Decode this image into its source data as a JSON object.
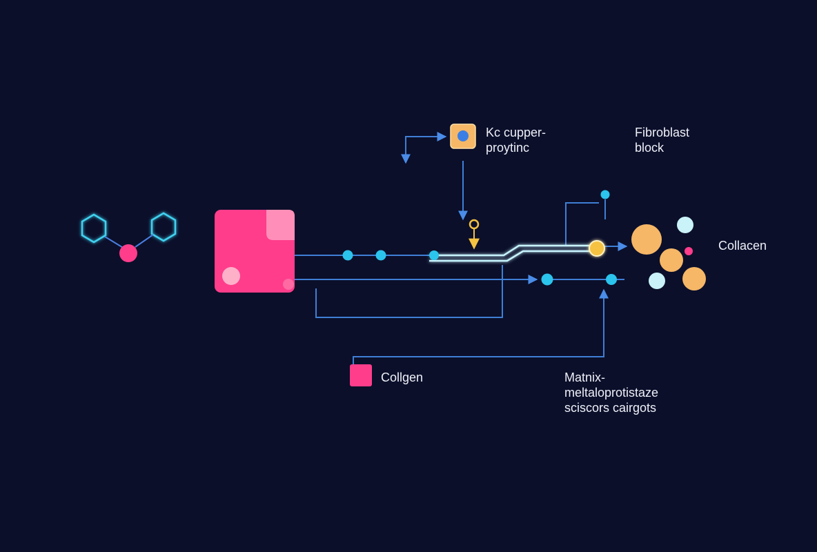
{
  "labels": {
    "cupper": [
      "Kc cupper-",
      "proytinc"
    ],
    "fibroblast": [
      "Fibroblast",
      "block"
    ],
    "collacen": "Collacen",
    "collgen": "Collgen",
    "matrix": [
      "Matnix-",
      "meltaloprotistaze",
      "sciscors cairgots"
    ]
  },
  "colors": {
    "background": "#0b0f2a",
    "line": "#3f7fd6",
    "node": "#2bc4ec",
    "pink": "#ff3d8b",
    "orange": "#f6b766",
    "yellow": "#f5c242",
    "pale": "#c9f3f8"
  },
  "icons": [
    "hexagon-icon",
    "enzyme-block-icon",
    "protein-icon",
    "fibroblast-cluster-icon"
  ]
}
